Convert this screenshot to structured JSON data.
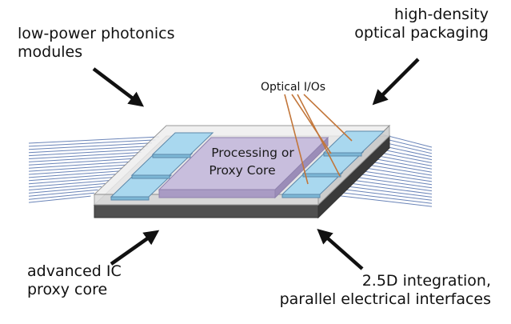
{
  "labels": {
    "photonics_line1": "low-power photonics",
    "photonics_line2": "modules",
    "packaging_line1": "high-density",
    "packaging_line2": "optical packaging",
    "optical_ios": "Optical I/Os",
    "core_line1": "Processing or",
    "core_line2": "Proxy Core",
    "ic_line1": "advanced IC",
    "ic_line2": "proxy core",
    "integration_line1": "2.5D integration,",
    "integration_line2": "parallel electrical interfaces"
  },
  "colors": {
    "fiber": "#6a84b8",
    "module_fill": "#a9d8ef",
    "module_stroke": "#5c88aa",
    "core_fill": "#c8bedd",
    "core_stroke": "#8f82ae",
    "glass_fill": "#eeeeee",
    "substrate_top": "#b8b8b8",
    "substrate_side": "#4a4a4a",
    "callout_line": "#c2763a",
    "arrow": "#111111"
  },
  "icons": [
    "arrow-down-right-icon",
    "arrow-down-left-icon",
    "arrow-up-right-icon",
    "arrow-up-left-icon"
  ]
}
